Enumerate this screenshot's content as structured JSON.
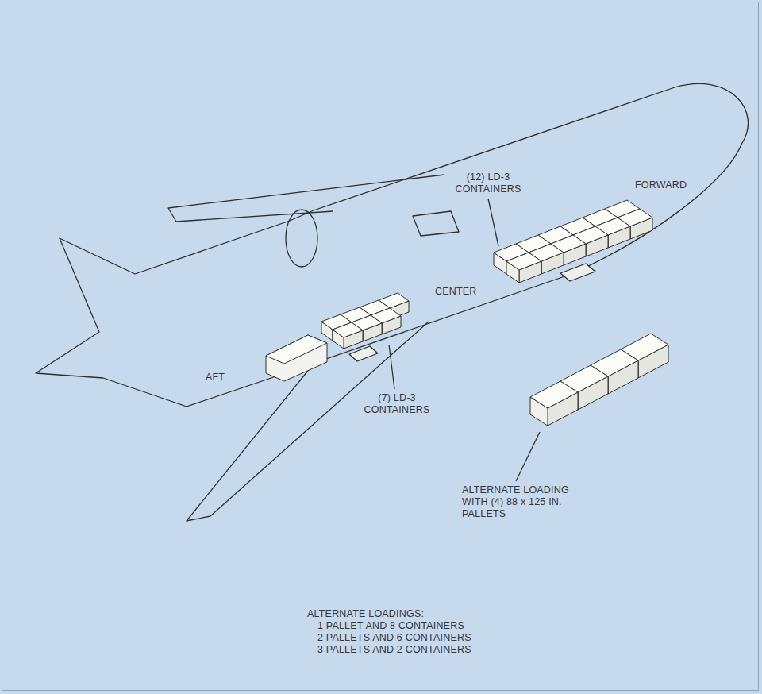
{
  "diagram": {
    "labels": [
      "(12) LD-3 CONTAINERS",
      "FORWARD",
      "CENTER",
      "AFT",
      "(7) LD-3 CONTAINERS",
      "ALTERNATE LOADING WITH (4) 88 x 125 IN. PALLETS",
      "ALTERNATE LOADINGS:",
      "1 PALLET AND 8 CONTAINERS",
      "2 PALLETS AND 6 CONTAINERS",
      "3 PALLETS AND 2 CONTAINERS"
    ]
  }
}
